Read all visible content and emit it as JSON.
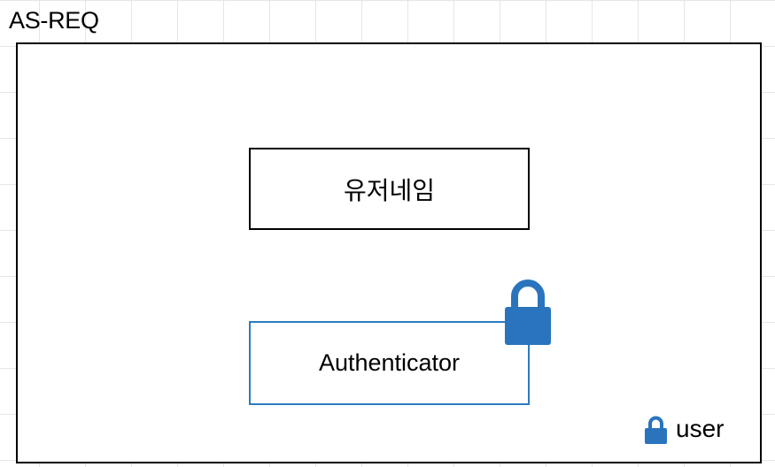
{
  "diagram": {
    "title": "AS-REQ",
    "username_label": "유저네임",
    "authenticator_label": "Authenticator",
    "legend": {
      "icon": "lock-icon",
      "label": "user"
    },
    "colors": {
      "lock": "#2a74bd",
      "authenticator_border": "#2e7bbf",
      "box_border": "#000000"
    }
  }
}
